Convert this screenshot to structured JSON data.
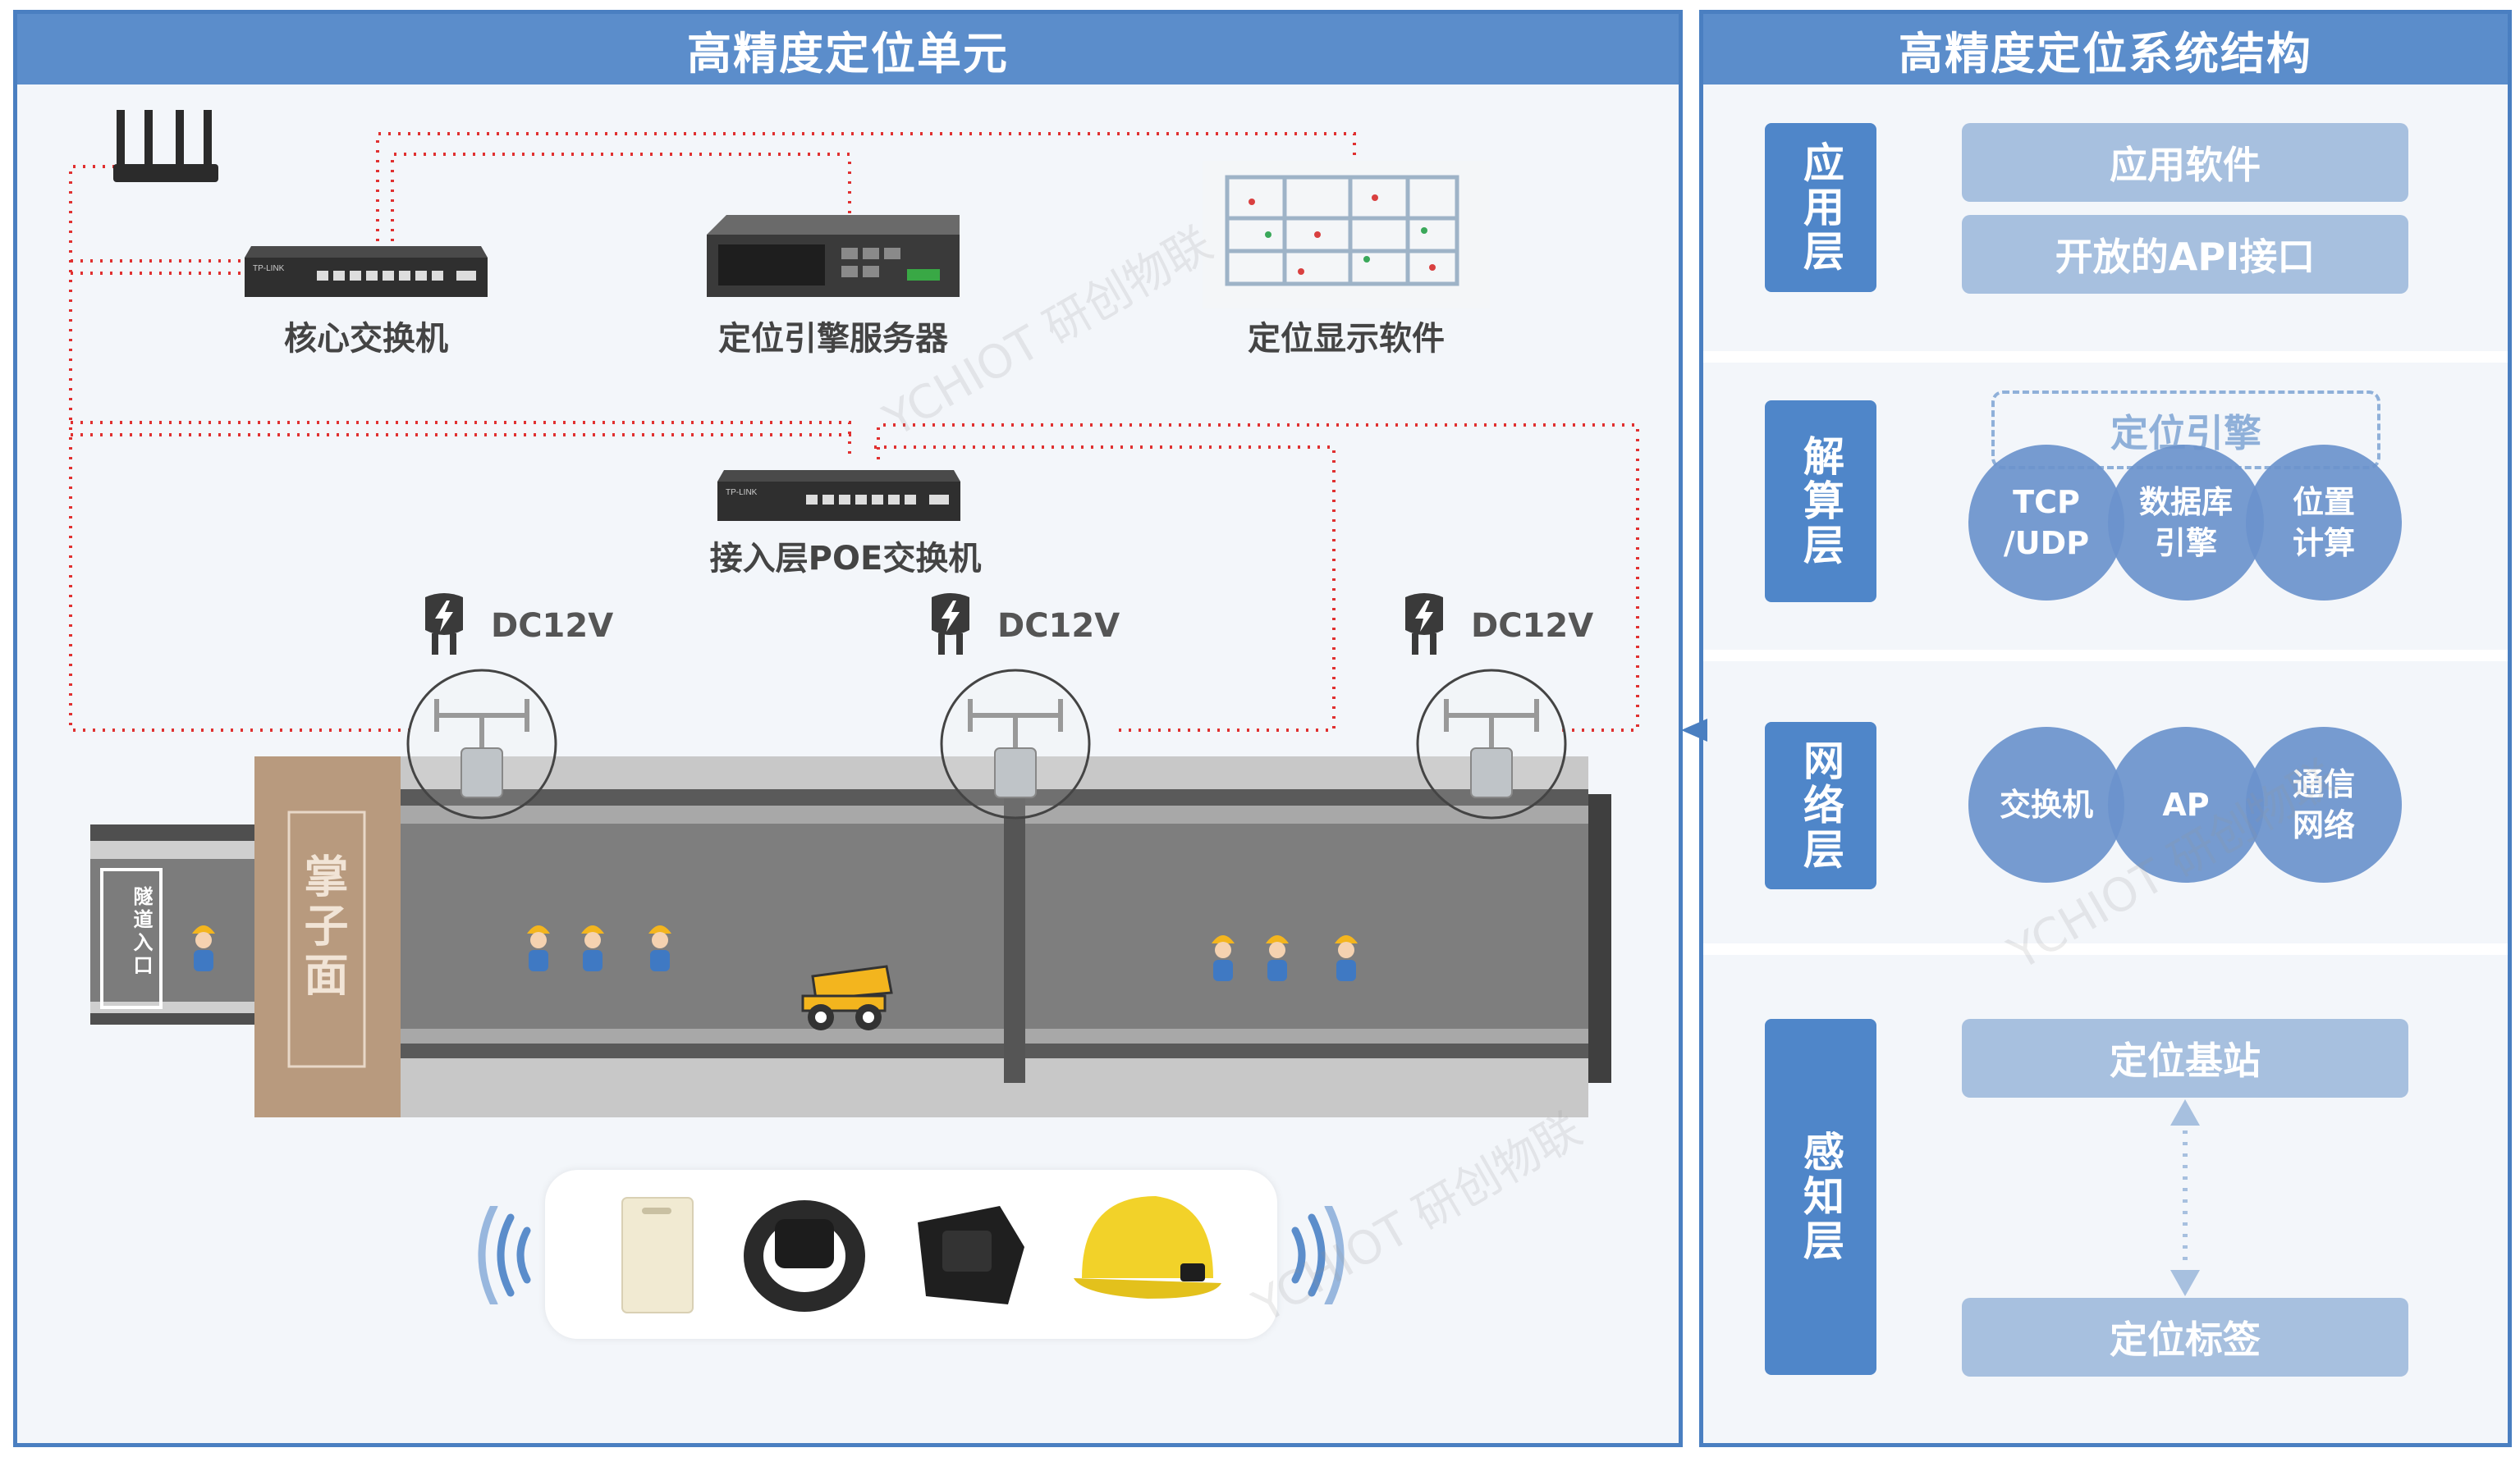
{
  "left_panel": {
    "title": "高精度定位单元"
  },
  "right_panel": {
    "title": "高精度定位系统结构"
  },
  "devices": {
    "core_switch": "核心交换机",
    "engine_server": "定位引擎服务器",
    "display_software": "定位显示软件",
    "poe_switch": "接入层POE交换机"
  },
  "power": {
    "label": "DC12V"
  },
  "tunnel": {
    "entrance": "隧道入口",
    "face": "掌子面"
  },
  "watermark": "YCHIOT 研创物联",
  "layers": {
    "application": {
      "label": "应用层",
      "items": [
        "应用软件",
        "开放的API接口"
      ]
    },
    "compute": {
      "label": "解算层",
      "group_label": "定位引擎",
      "circles": [
        "TCP\n/UDP",
        "数据库\n引擎",
        "位置\n计算"
      ]
    },
    "network": {
      "label": "网络层",
      "circles": [
        "交换机",
        "AP",
        "通信\n网络"
      ]
    },
    "perception": {
      "label": "感知层",
      "items": [
        "定位基站",
        "定位标签"
      ]
    }
  },
  "colors": {
    "panel_border": "#4a7fc1",
    "title_bar": "#5b8dcb",
    "layer_label": "#4f86c9",
    "button": "#a7c0df",
    "circle": "#6b92cc",
    "tunnel_face": "#b89a7e",
    "link_dots": "#e03030"
  }
}
